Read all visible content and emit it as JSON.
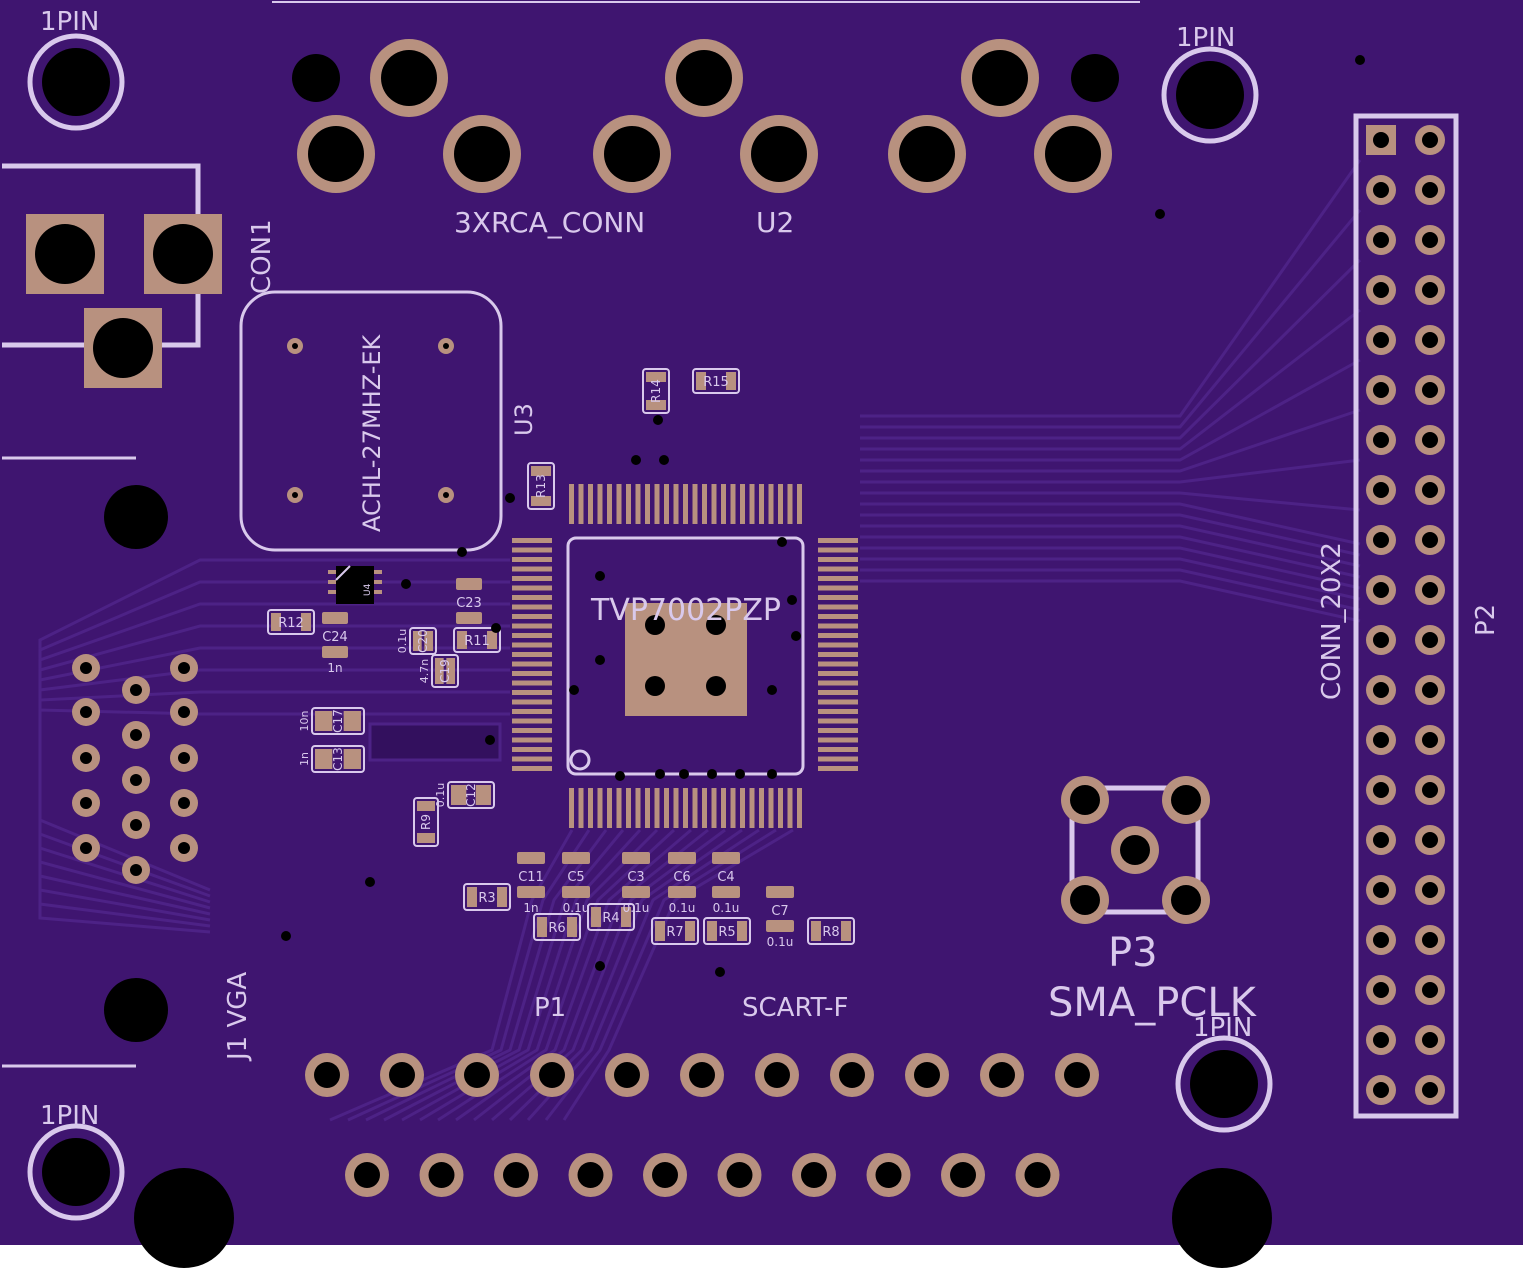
{
  "colors": {
    "board": "#3f1570",
    "board_dark": "#33105e",
    "trace": "#4a1f80",
    "silk": "#d9c9ec",
    "pad": "#b8917f",
    "hole": "#000000",
    "background": "#ffffff"
  },
  "labels": {
    "pin_tl": "1PIN",
    "pin_tr": "1PIN",
    "pin_bl": "1PIN",
    "pin_br": "1PIN",
    "rca": "3XRCA_CONN",
    "u2": "U2",
    "con1": "CON1",
    "crystal": "ACHL-27MHZ-EK",
    "u3": "U3",
    "chip": "TVP7002PZP",
    "u4": "U4",
    "header": "CONN_20X2",
    "p2": "P2",
    "p3": "P3",
    "sma": "SMA_PCLK",
    "p1": "P1",
    "scart": "SCART-F",
    "vga": "J1 VGA"
  },
  "components": [
    {
      "ref": "R14",
      "value": ""
    },
    {
      "ref": "R15",
      "value": ""
    },
    {
      "ref": "R13",
      "value": ""
    },
    {
      "ref": "R12",
      "value": ""
    },
    {
      "ref": "C24",
      "value": "1n"
    },
    {
      "ref": "C23",
      "value": ""
    },
    {
      "ref": "C20",
      "value": "0.1u"
    },
    {
      "ref": "R11",
      "value": ""
    },
    {
      "ref": "C19",
      "value": "4.7n"
    },
    {
      "ref": "C17",
      "value": "10n"
    },
    {
      "ref": "C13",
      "value": "1n"
    },
    {
      "ref": "C12",
      "value": "0.1u"
    },
    {
      "ref": "R9",
      "value": ""
    },
    {
      "ref": "C11",
      "value": "1n"
    },
    {
      "ref": "C5",
      "value": "0.1u"
    },
    {
      "ref": "C3",
      "value": "0.1u"
    },
    {
      "ref": "C6",
      "value": "0.1u"
    },
    {
      "ref": "C4",
      "value": "0.1u"
    },
    {
      "ref": "C7",
      "value": "0.1u"
    },
    {
      "ref": "R3",
      "value": ""
    },
    {
      "ref": "R6",
      "value": ""
    },
    {
      "ref": "R4",
      "value": ""
    },
    {
      "ref": "R7",
      "value": ""
    },
    {
      "ref": "R5",
      "value": ""
    },
    {
      "ref": "R8",
      "value": ""
    }
  ]
}
